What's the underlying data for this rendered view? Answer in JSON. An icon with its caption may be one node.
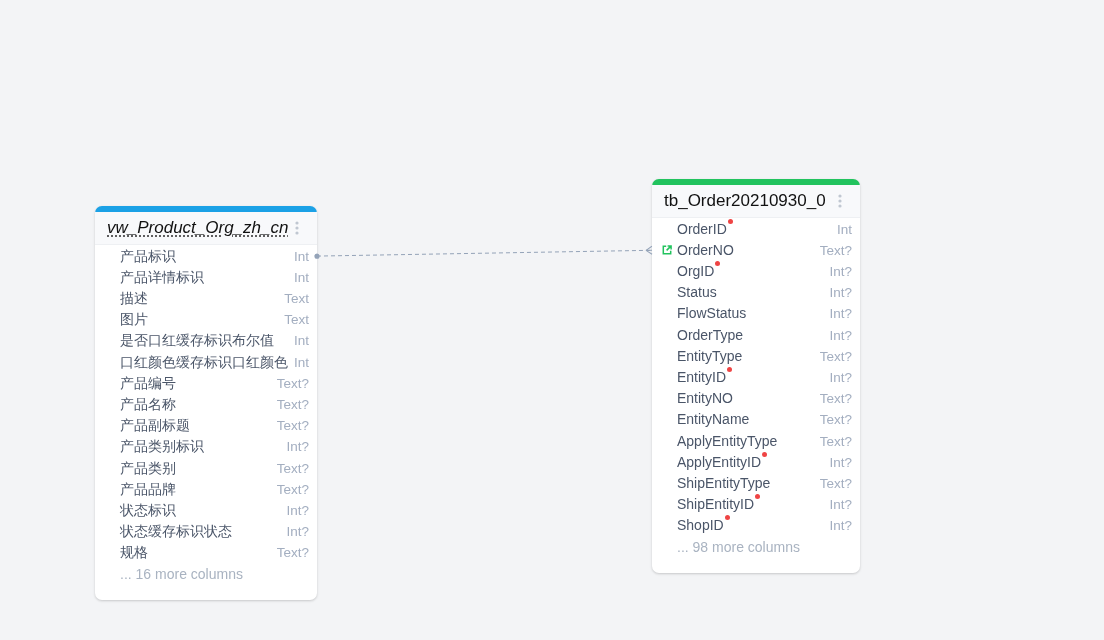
{
  "diagram": {
    "nodes": [
      {
        "text": [
          "vw_Product_Org_zh_cn",
          "... 16 more columns"
        ]
      },
      {
        "text": [
          "产品标识",
          "Int"
        ],
        "in": 0
      },
      {
        "text": [
          "产品详情标识",
          "Int"
        ],
        "in": 0
      },
      {
        "text": [
          "描述",
          "Text"
        ],
        "in": 0
      },
      {
        "text": [
          "图片",
          "Text"
        ],
        "in": 0
      },
      {
        "text": [
          "是否口红缓存标识布尔值",
          "Int"
        ],
        "in": 0
      },
      {
        "text": [
          "口红颜色缓存标识口红颜色",
          "Int"
        ],
        "in": 0
      },
      {
        "text": [
          "产品编号",
          "Text?"
        ],
        "in": 0
      },
      {
        "text": [
          "产品名称",
          "Text?"
        ],
        "in": 0
      },
      {
        "text": [
          "产品副标题",
          "Text?"
        ],
        "in": 0
      },
      {
        "text": [
          "产品类别标识",
          "Int?"
        ],
        "in": 0
      },
      {
        "text": [
          "产品类别",
          "Text?"
        ],
        "in": 0
      },
      {
        "text": [
          "产品品牌",
          "Text?"
        ],
        "in": 0
      },
      {
        "text": [
          "状态标识",
          "Int?"
        ],
        "in": 0
      },
      {
        "text": [
          "状态缓存标识状态",
          "Int?"
        ],
        "in": 0
      },
      {
        "text": [
          "规格",
          "Text?"
        ],
        "in": 0
      },
      {
        "text": [
          "tb_Order20210930_0",
          "... 98 more columns"
        ]
      },
      {
        "text": [
          "OrderID",
          "Int"
        ],
        "in": 16
      },
      {
        "text": [
          "OrderNO",
          "Text?"
        ],
        "in": 16
      },
      {
        "text": [
          "OrgID",
          "Int?"
        ],
        "in": 16
      },
      {
        "text": [
          "Status",
          "Int?"
        ],
        "in": 16
      },
      {
        "text": [
          "FlowStatus",
          "Int?"
        ],
        "in": 16
      },
      {
        "text": [
          "OrderType",
          "Int?"
        ],
        "in": 16
      },
      {
        "text": [
          "EntityType",
          "Text?"
        ],
        "in": 16
      },
      {
        "text": [
          "EntityID",
          "Int?"
        ],
        "in": 16
      },
      {
        "text": [
          "EntityNO",
          "Text?"
        ],
        "in": 16
      },
      {
        "text": [
          "EntityName",
          "Text?"
        ],
        "in": 16
      },
      {
        "text": [
          "ApplyEntityType",
          "Text?"
        ],
        "in": 16
      },
      {
        "text": [
          "ApplyEntityID",
          "Int?"
        ],
        "in": 16
      },
      {
        "text": [
          "ShipEntityType",
          "Text?"
        ],
        "in": 16
      },
      {
        "text": [
          "ShipEntityID",
          "Int?"
        ],
        "in": 16
      },
      {
        "text": [
          "ShopID",
          "Int?"
        ],
        "in": 16
      }
    ],
    "edges": [
      {
        "from": 1,
        "to": 18,
        "arrow": "other",
        "style": "dashed"
      }
    ]
  }
}
